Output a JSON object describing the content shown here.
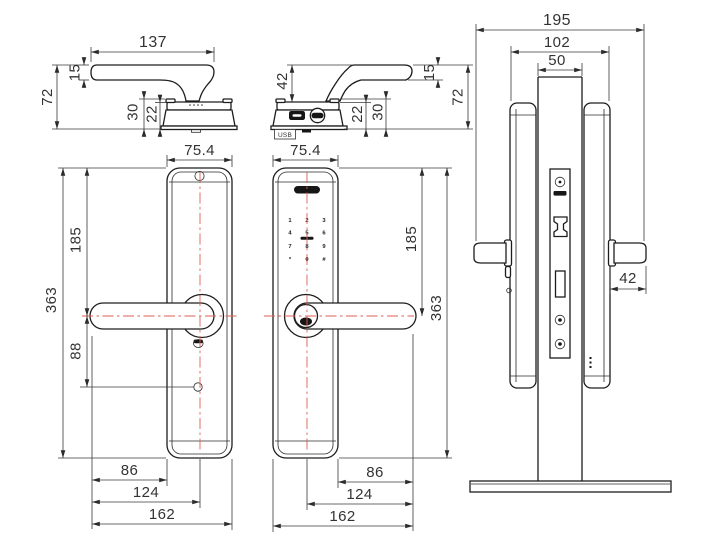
{
  "palette": {
    "line_color": "#1d1d1d",
    "dimension_color": "#3a3a3a",
    "centerline_color": "#dd5f55",
    "background": "#ffffff"
  },
  "views": {
    "interior_profile": {
      "lever_length": "137",
      "lever_thickness": "15",
      "overall_height": "72",
      "rose_height": "30",
      "rose_body_height": "22"
    },
    "exterior_profile": {
      "lever_rise": "42",
      "lever_thickness": "15",
      "overall_height": "72",
      "rose_body_height": "22",
      "rose_height": "30",
      "usb_tag": "USB"
    },
    "interior_front": {
      "panel_width": "75.4",
      "top_to_handle": "185",
      "panel_height": "363",
      "handle_to_screw": "88",
      "edge_to_lever_end": "86",
      "center_to_lever_end": "124",
      "overall_reach": "162"
    },
    "exterior_front": {
      "panel_width": "75.4",
      "top_to_handle": "185",
      "panel_height": "363",
      "edge_to_lever_end": "86",
      "center_to_lever_end": "124",
      "overall_reach": "162",
      "keypad": [
        "1",
        "2",
        "3",
        "4",
        "5",
        "6",
        "7",
        "8",
        "9",
        "*",
        "0",
        "#"
      ]
    },
    "edge": {
      "overall_depth": "195",
      "body_depth": "102",
      "door_thickness": "50",
      "lever_depth": "42"
    }
  }
}
